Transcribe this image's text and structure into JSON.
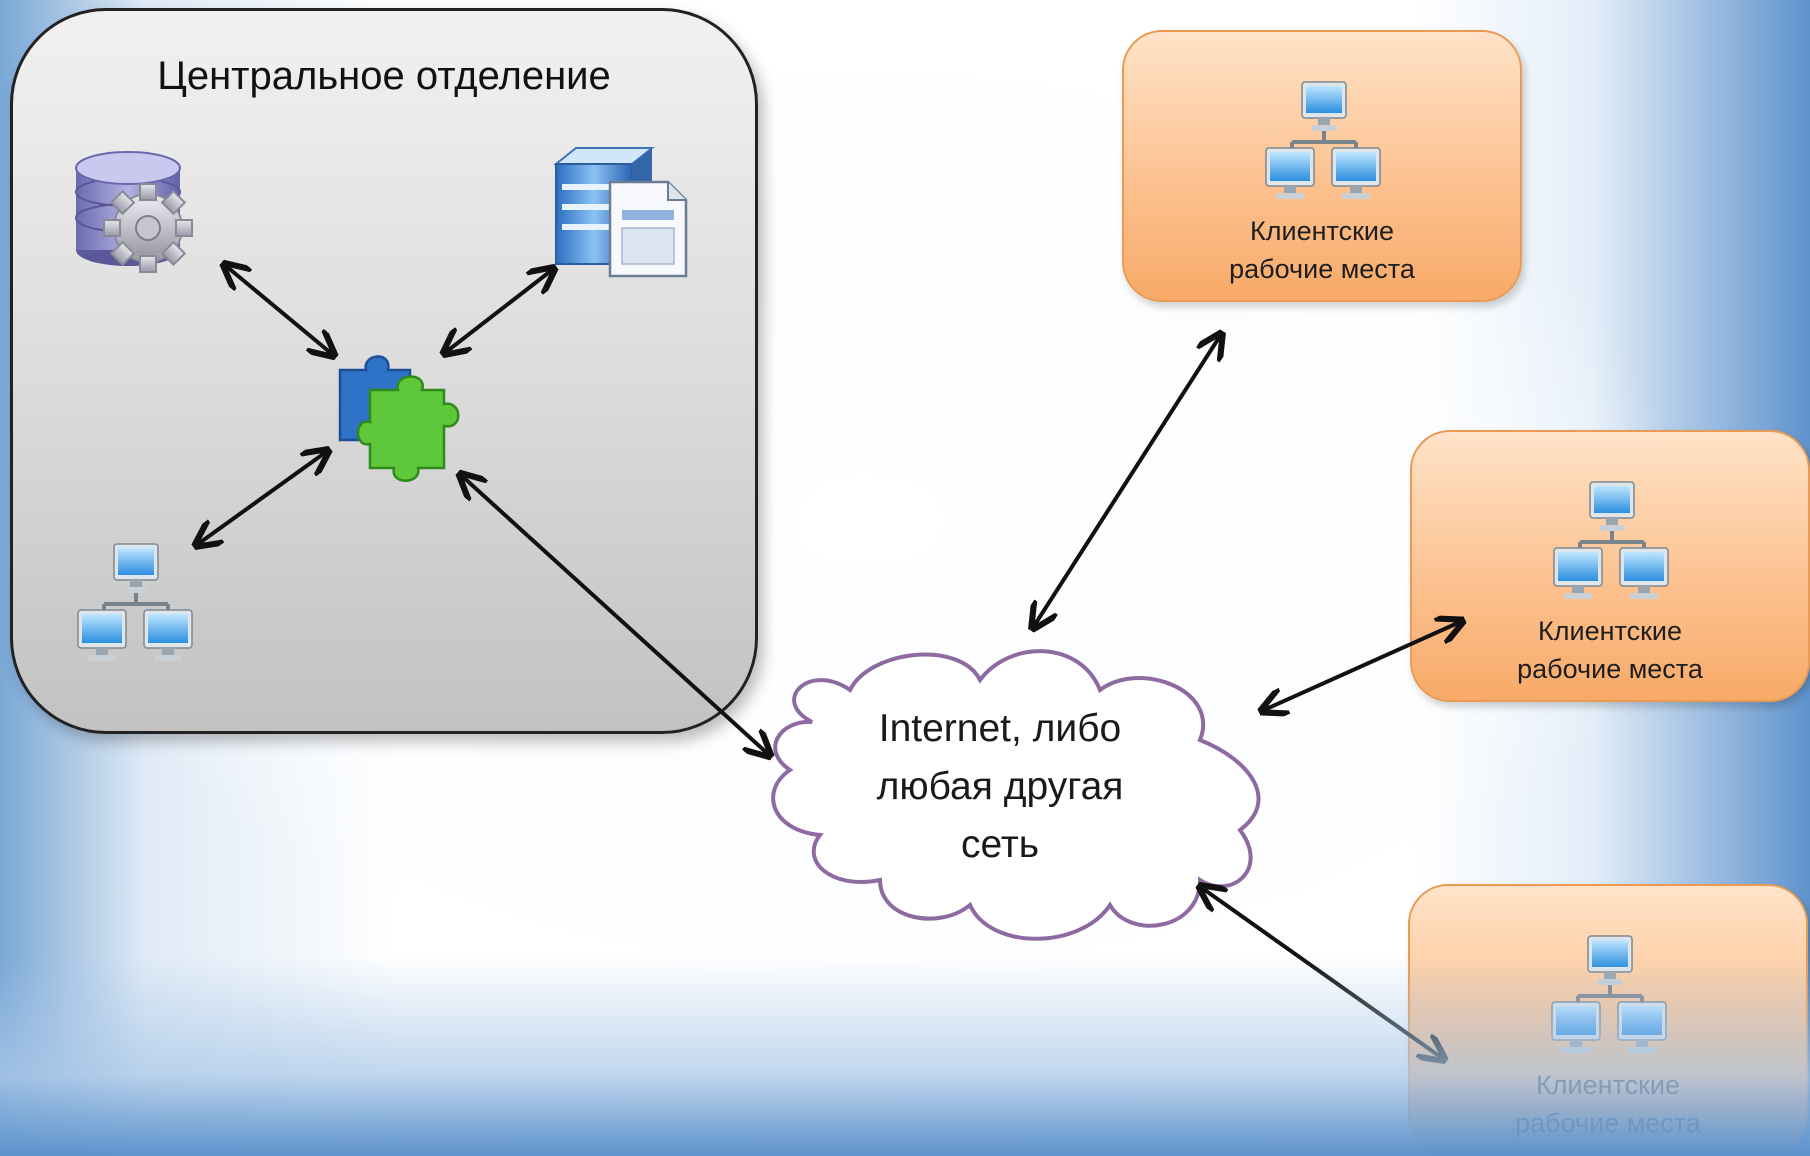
{
  "central": {
    "title": "Центральное отделение"
  },
  "cloud": {
    "lines": [
      "Internet, либо",
      "любая другая",
      "сеть"
    ]
  },
  "clients": [
    {
      "lines": [
        "Клиентские",
        "рабочие места"
      ]
    },
    {
      "lines": [
        "Клиентские",
        "рабочие места"
      ]
    },
    {
      "lines": [
        "Клиентские",
        "рабочие места"
      ]
    }
  ],
  "colors": {
    "client_fill": "#fcc291",
    "client_border": "#e99a55",
    "cloud_stroke": "#8e6aa3",
    "arrow": "#111111",
    "panel_fill": "#d6d6d6"
  },
  "icons": [
    "database-gear-icon",
    "server-document-icon",
    "puzzle-icon",
    "network-computers-icon"
  ]
}
